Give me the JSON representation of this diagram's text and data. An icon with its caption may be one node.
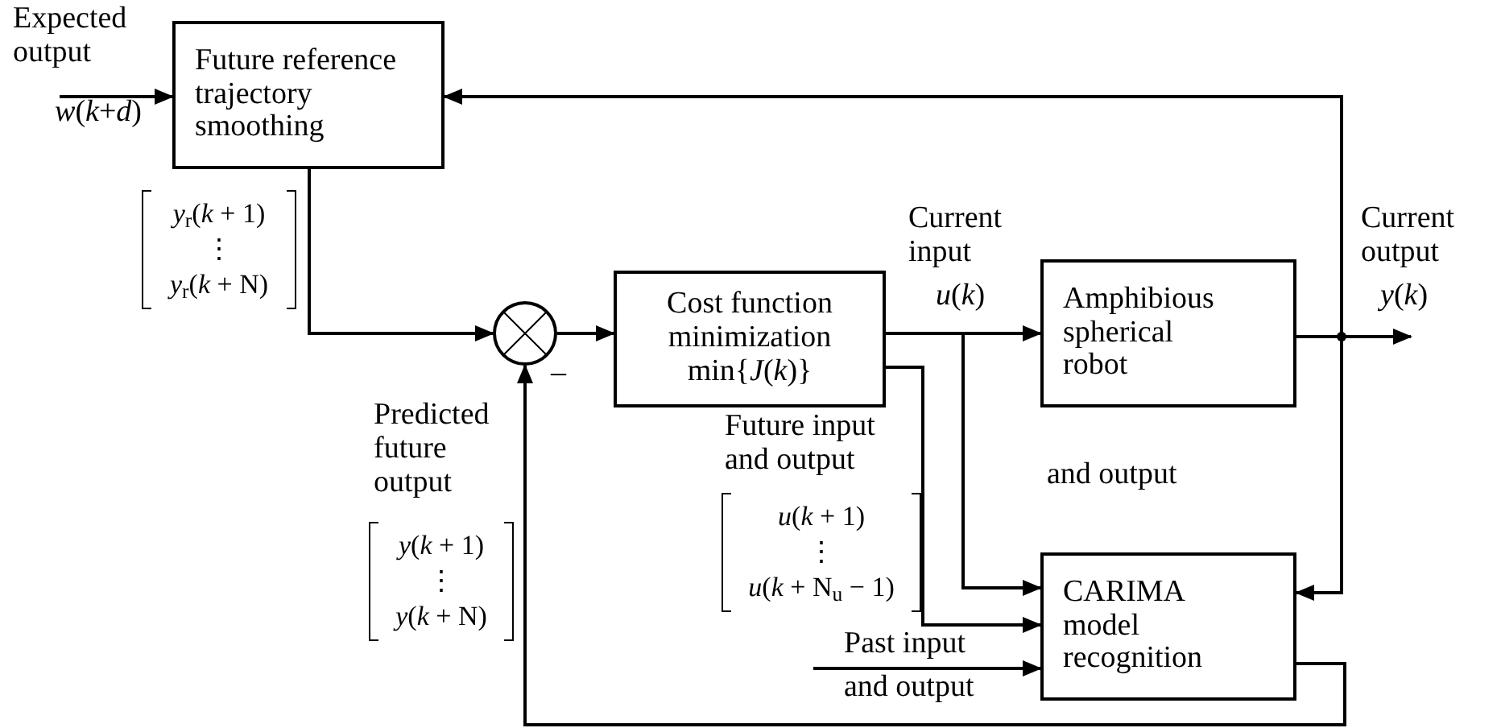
{
  "diagram": {
    "nodes": [
      {
        "text": [
          "Future reference trajectory smoothing"
        ]
      },
      {
        "text": [],
        "shape": "circle",
        "beside": [
          "–"
        ]
      },
      {
        "text": [
          "Cost function minimization",
          "min{*J*(*k*)}"
        ]
      },
      {
        "text": [
          "Amphibious spherical robot"
        ]
      },
      {
        "text": [
          "CARIMA model recognition"
        ]
      }
    ],
    "edges": [
      {
        "from": null,
        "to": 0,
        "arrow": "to",
        "label": "*w*(*k*+*d*)"
      },
      {
        "from": 0,
        "to": 1,
        "arrow": "to"
      },
      {
        "from": 1,
        "to": 2,
        "arrow": "to"
      },
      {
        "from": 2,
        "to": 3,
        "arrow": "to",
        "label": "*u*(*k*)"
      },
      {
        "from": 3,
        "to": null,
        "arrow": "to",
        "label": "*y*(*k*)"
      },
      {
        "from": 3,
        "to": 0,
        "arrow": "to"
      },
      {
        "from": 3,
        "to": 4,
        "arrow": "to"
      },
      {
        "from": 2,
        "to": 4,
        "arrow": "to"
      },
      {
        "from": 2,
        "to": 4,
        "arrow": "to"
      },
      {
        "from": null,
        "to": 4,
        "arrow": "to"
      },
      {
        "from": 4,
        "to": 1,
        "arrow": "to"
      }
    ],
    "labels": [
      "Expected output",
      "*y*$_{r}$(*k* + 1)",
      "⋮",
      "*y*$_{r}$(*k* + N)",
      "Current input",
      "Current output",
      "Predicted future output",
      "Future input and output",
      "and output",
      "*u*(*k* + 1)",
      "⋮",
      "*u*(*k* + N$_{u}$ − 1)",
      "*y*(*k* + 1)",
      "⋮",
      "*y*(*k* + N)",
      "Past input",
      "and output"
    ]
  }
}
